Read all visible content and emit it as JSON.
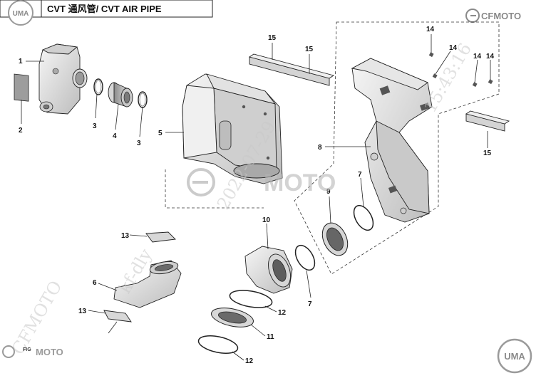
{
  "header": {
    "title": "CVT 通风管/ CVT AIR PIPE"
  },
  "logos": {
    "uma_top": "UMA",
    "cfmoto_top": "CFMOTO",
    "uma_bottom": "UMA",
    "cfmoto_bottom": "MOTO",
    "center_brand": "MOTO",
    "fig_badge": "FIG"
  },
  "watermarks": {
    "diag_date": "2022-07-29",
    "diag_time": "15:43:16",
    "diag_user": "kf-dly",
    "diag_brand": "CFMOTO"
  },
  "callouts": [
    {
      "id": "c1",
      "label": "1"
    },
    {
      "id": "c2",
      "label": "2"
    },
    {
      "id": "c3a",
      "label": "3"
    },
    {
      "id": "c4",
      "label": "4"
    },
    {
      "id": "c3b",
      "label": "3"
    },
    {
      "id": "c5",
      "label": "5"
    },
    {
      "id": "c15a",
      "label": "15"
    },
    {
      "id": "c15b",
      "label": "15"
    },
    {
      "id": "c14a",
      "label": "14"
    },
    {
      "id": "c14b",
      "label": "14"
    },
    {
      "id": "c14c",
      "label": "14"
    },
    {
      "id": "c14d",
      "label": "14"
    },
    {
      "id": "c8",
      "label": "8"
    },
    {
      "id": "c15c",
      "label": "15"
    },
    {
      "id": "c9",
      "label": "9"
    },
    {
      "id": "c7a",
      "label": "7"
    },
    {
      "id": "c10",
      "label": "10"
    },
    {
      "id": "c7b",
      "label": "7"
    },
    {
      "id": "c13a",
      "label": "13"
    },
    {
      "id": "c6",
      "label": "6"
    },
    {
      "id": "c13b",
      "label": "13"
    },
    {
      "id": "c12a",
      "label": "12"
    },
    {
      "id": "c11",
      "label": "11"
    },
    {
      "id": "c12b",
      "label": "12"
    }
  ],
  "colors": {
    "line": "#222222",
    "part_fill": "#ececec",
    "part_shade": "#b8b8b8",
    "dark": "#6a6a6a",
    "watermark": "#c9c9c9"
  }
}
